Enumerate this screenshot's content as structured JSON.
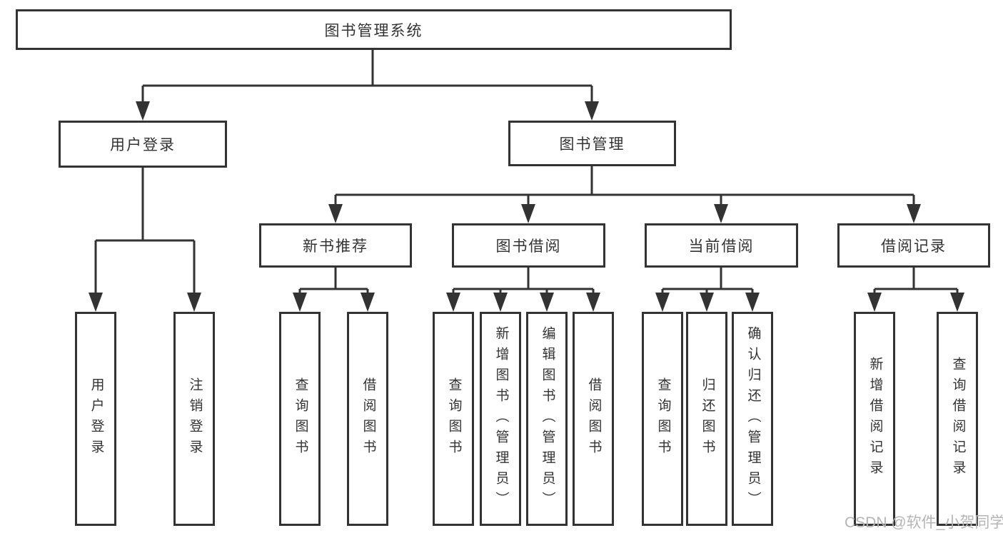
{
  "colors": {
    "line": "#333333",
    "box_border": "#333333",
    "box_background": "#ffffff",
    "text": "#333333",
    "watermark": "#b5b5b5"
  },
  "tree": {
    "root": {
      "label": "图书管理系统"
    },
    "branches": [
      {
        "label": "用户登录",
        "children": [
          {
            "label": "用户登录"
          },
          {
            "label": "注销登录"
          }
        ]
      },
      {
        "label": "图书管理",
        "children": [
          {
            "label": "新书推荐",
            "children": [
              {
                "label": "查询图书"
              },
              {
                "label": "借阅图书"
              }
            ]
          },
          {
            "label": "图书借阅",
            "children": [
              {
                "label": "查询图书"
              },
              {
                "label": "新增图书（管理员）"
              },
              {
                "label": "编辑图书（管理员）"
              },
              {
                "label": "借阅图书"
              }
            ]
          },
          {
            "label": "当前借阅",
            "children": [
              {
                "label": "查询图书"
              },
              {
                "label": "归还图书"
              },
              {
                "label": "确认归还（管理员）"
              }
            ]
          },
          {
            "label": "借阅记录",
            "children": [
              {
                "label": "新增借阅记录"
              },
              {
                "label": "查询借阅记录"
              }
            ]
          }
        ]
      }
    ]
  },
  "watermark": {
    "text": "CSDN @软件_小贺同学"
  }
}
